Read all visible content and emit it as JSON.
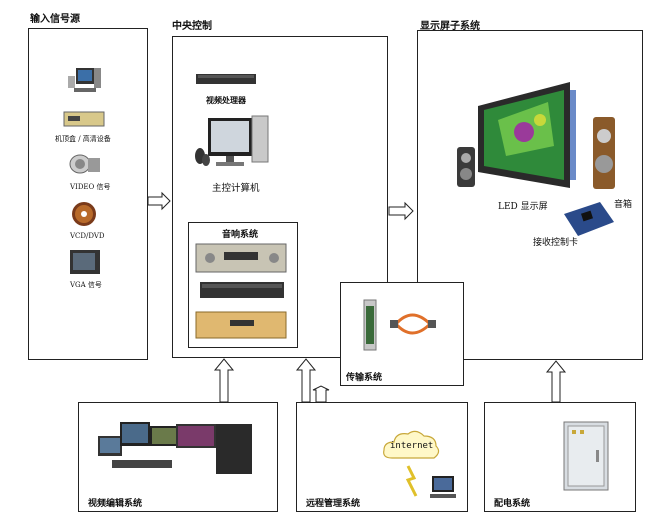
{
  "sections": {
    "input_source": {
      "title": "输入信号源",
      "items": [
        "机顶盒 / 高清设备",
        "VIDEO 信号",
        "VCD/DVD",
        "VGA 信号"
      ]
    },
    "central_control": {
      "title": "中央控制",
      "video_processor": "视频处理器",
      "main_computer": "主控计算机",
      "audio_system": "音响系统"
    },
    "display_system": {
      "title": "显示屏子系统",
      "led_screen": "LED 显示屏",
      "speaker": "音箱",
      "receiver_card": "接收控制卡"
    },
    "transmission": {
      "title": "传输系统"
    },
    "video_editing": {
      "title": "视频编辑系统"
    },
    "remote_management": {
      "title": "远程管理系统",
      "cloud": "internet"
    },
    "power_distribution": {
      "title": "配电系统"
    }
  }
}
